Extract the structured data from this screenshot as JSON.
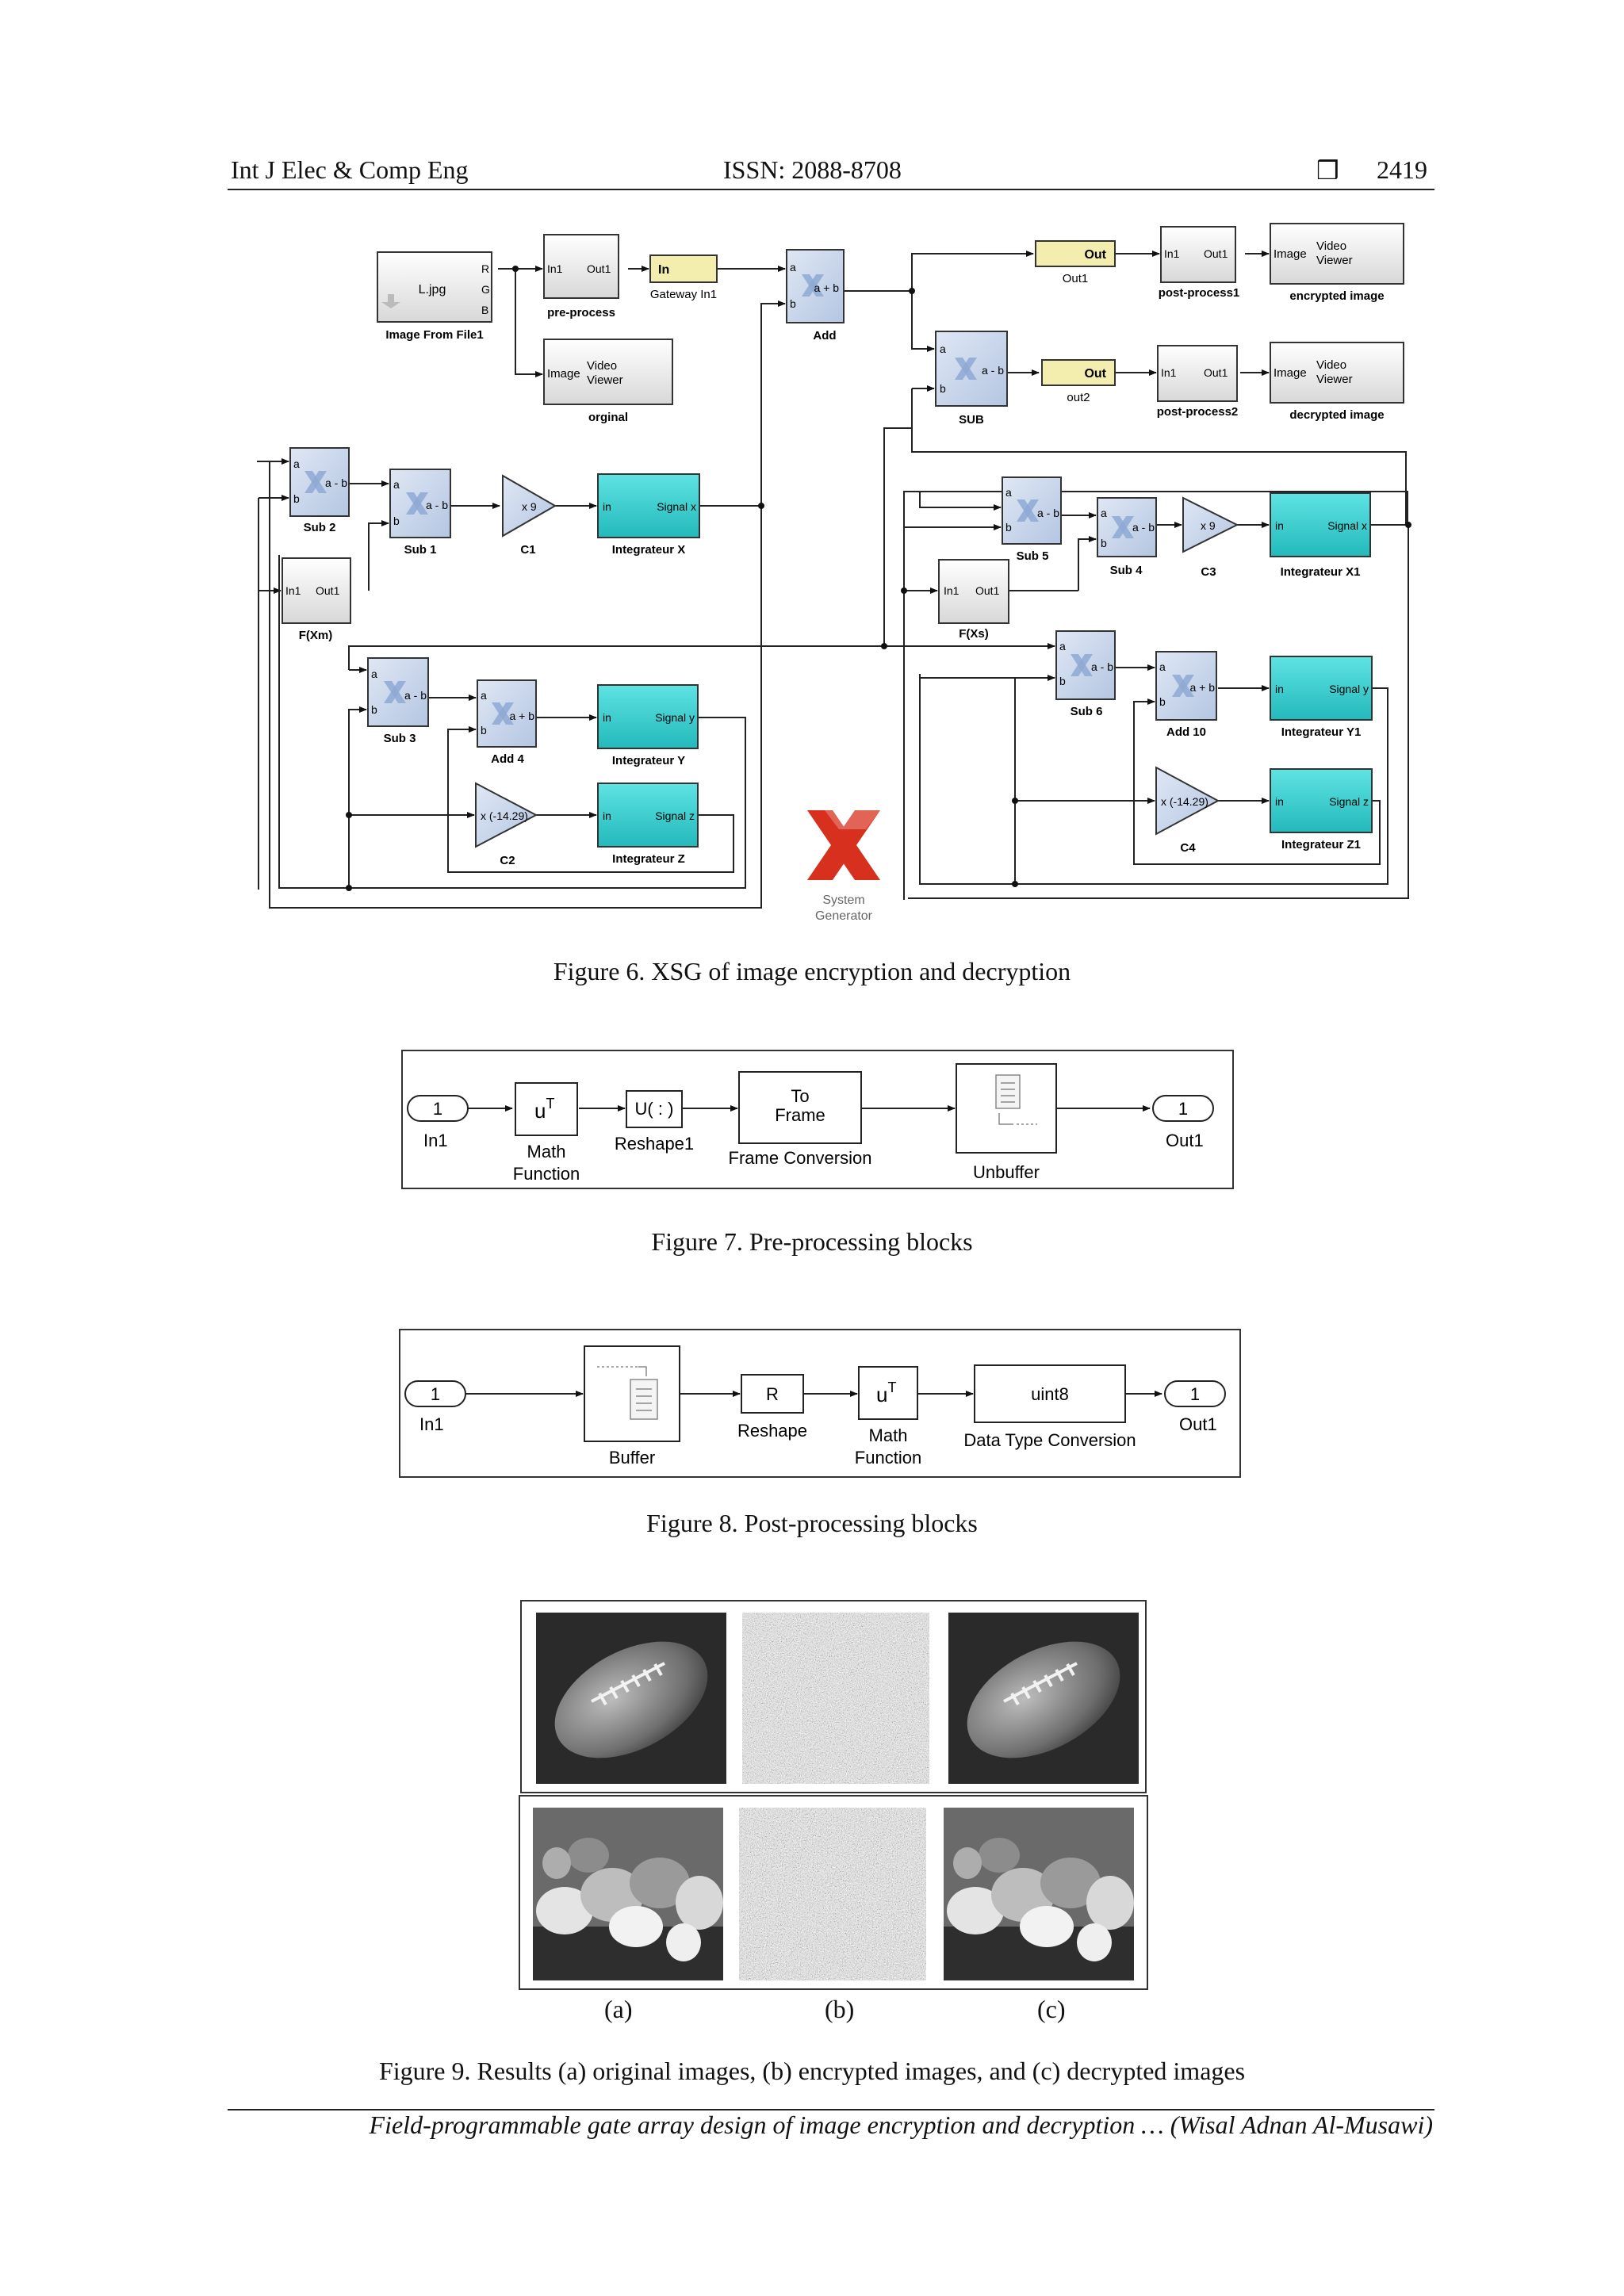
{
  "header": {
    "journal": "Int J Elec & Comp Eng",
    "issn": "ISSN: 2088-8708",
    "box_symbol": "❒",
    "page_number": "2419"
  },
  "fig6": {
    "caption": "Figure 6. XSG of image encryption and decryption",
    "blocks": {
      "image_file": {
        "text": "L.jpg",
        "label": "Image From File1",
        "ports": [
          "R",
          "G",
          "B"
        ]
      },
      "preprocess": {
        "in": "In1",
        "out": "Out1",
        "label": "pre-process"
      },
      "gateway_in": {
        "text": "In",
        "label": "Gateway In1"
      },
      "add": {
        "a": "a",
        "b": "b",
        "op": "a + b",
        "label": "Add"
      },
      "viewer_orig": {
        "in": "Image",
        "title": "Video",
        "title2": "Viewer",
        "label": "orginal"
      },
      "out1": {
        "text": "Out",
        "label": "Out1"
      },
      "postprocess1": {
        "in": "In1",
        "out": "Out1",
        "label": "post-process1"
      },
      "viewer_enc": {
        "in": "Image",
        "title": "Video",
        "title2": "Viewer",
        "label": "encrypted image"
      },
      "sub": {
        "op": "a - b",
        "label": "SUB"
      },
      "out2": {
        "text": "Out",
        "label": "out2"
      },
      "postprocess2": {
        "in": "In1",
        "out": "Out1",
        "label": "post-process2"
      },
      "viewer_dec": {
        "in": "Image",
        "title": "Video",
        "title2": "Viewer",
        "label": "decrypted image"
      },
      "sub2": {
        "op": "a - b",
        "label": "Sub 2"
      },
      "sub1": {
        "op": "a - b",
        "label": "Sub 1"
      },
      "c1": {
        "text": "x 9",
        "label": "C1"
      },
      "intX": {
        "in": "in",
        "out": "Signal x",
        "label": "Integrateur X"
      },
      "fxm": {
        "in": "In1",
        "out": "Out1",
        "label": "F(Xm)"
      },
      "sub3": {
        "op": "a - b",
        "label": "Sub 3"
      },
      "add4": {
        "op": "a + b",
        "label": "Add 4"
      },
      "intY": {
        "in": "in",
        "out": "Signal y",
        "label": "Integrateur Y"
      },
      "c2": {
        "text": "x (-14.29)",
        "label": "C2"
      },
      "intZ": {
        "in": "in",
        "out": "Signal z",
        "label": "Integrateur Z"
      },
      "sub5": {
        "op": "a - b",
        "label": "Sub 5"
      },
      "sub4": {
        "op": "a - b",
        "label": "Sub 4"
      },
      "c3": {
        "text": "x 9",
        "label": "C3"
      },
      "intX1": {
        "in": "in",
        "out": "Signal x",
        "label": "Integrateur X1"
      },
      "fxs": {
        "in": "In1",
        "out": "Out1",
        "label": "F(Xs)"
      },
      "sub6": {
        "op": "a - b",
        "label": "Sub 6"
      },
      "add10": {
        "op": "a + b",
        "label": "Add 10"
      },
      "intY1": {
        "in": "in",
        "out": "Signal y",
        "label": "Integrateur Y1"
      },
      "c4": {
        "text": "x (-14.29)",
        "label": "C4"
      },
      "intZ1": {
        "in": "in",
        "out": "Signal z",
        "label": "Integrateur Z1"
      },
      "sysgen": {
        "line1": "System",
        "line2": "Generator"
      }
    }
  },
  "fig7": {
    "caption": "Figure 7. Pre-processing blocks",
    "in_port": {
      "num": "1",
      "label": "In1"
    },
    "math": {
      "text": "u",
      "sup": "T",
      "label1": "Math",
      "label2": "Function"
    },
    "reshape": {
      "text": "U( : )",
      "label": "Reshape1"
    },
    "toframe": {
      "line1": "To",
      "line2": "Frame",
      "label": "Frame Conversion"
    },
    "unbuffer": {
      "label": "Unbuffer"
    },
    "out_port": {
      "num": "1",
      "label": "Out1"
    }
  },
  "fig8": {
    "caption": "Figure 8. Post-processing blocks",
    "in_port": {
      "num": "1",
      "label": "In1"
    },
    "buffer": {
      "label": "Buffer"
    },
    "reshape": {
      "text": "R",
      "label": "Reshape"
    },
    "math": {
      "text": "u",
      "sup": "T",
      "label1": "Math",
      "label2": "Function"
    },
    "dtc": {
      "text": "uint8",
      "label": "Data Type Conversion"
    },
    "out_port": {
      "num": "1",
      "label": "Out1"
    }
  },
  "fig9": {
    "caption": "Figure 9. Results (a) original images, (b) encrypted images, and (c) decrypted images",
    "labels": [
      "(a)",
      "(b)",
      "(c)"
    ]
  },
  "footer": {
    "text": "Field-programmable gate array design of image encryption and decryption … (Wisal Adnan Al-Musawi)"
  },
  "colors": {
    "xilinx_block": "#c9d7ec",
    "integrator": "#3fcfd0",
    "gateway": "#f5f0b0",
    "xilinx_red": "#d7301f"
  }
}
